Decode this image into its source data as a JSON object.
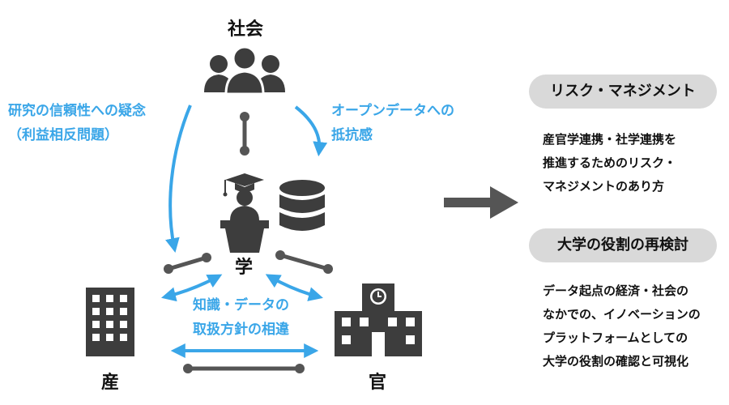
{
  "nodes": {
    "society": "社会",
    "academia": "学",
    "industry": "産",
    "government": "官"
  },
  "issues": {
    "reliability_line1": "研究の信頼性への疑念",
    "reliability_line2": "（利益相反問題）",
    "open_data_line1": "オープンデータへの",
    "open_data_line2": "抵抗感",
    "policy_line1": "知識・データの",
    "policy_line2": "取扱方針の相違"
  },
  "conclusions": [
    {
      "title": "リスク・マネジメント",
      "lines": [
        "産官学連携・社学連携を",
        "推進するためのリスク・",
        "マネジメントのあり方"
      ]
    },
    {
      "title": "大学の役割の再検討",
      "lines": [
        "データ起点の経済・社会の",
        "なかでの、イノベーションの",
        "プラットフォームとしての",
        "大学の役割の確認と可視化"
      ]
    }
  ],
  "colors": {
    "accent": "#3aa6e8",
    "icon": "#3d3d3d",
    "connector": "#555555",
    "pill": "#d9d9d9"
  },
  "icons": [
    "people-group-icon",
    "graduation-lecturer-icon",
    "database-icon",
    "company-building-icon",
    "government-building-icon",
    "right-arrow-icon"
  ]
}
